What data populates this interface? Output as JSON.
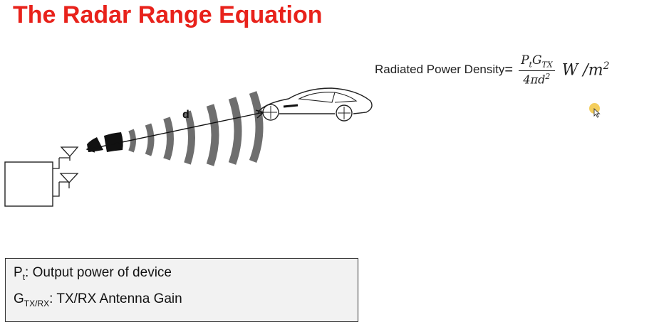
{
  "slide": {
    "title": "The Radar Range Equation"
  },
  "diagram": {
    "distance_label": "d"
  },
  "formula": {
    "label": "Radiated Power Density",
    "equals": "=",
    "numerator_P": "P",
    "numerator_P_sub": "t",
    "numerator_G": "G",
    "numerator_G_sub": "TX",
    "denominator_base": "4πd",
    "denominator_exp": "2",
    "units_base": "W /m",
    "units_exp": "2"
  },
  "legend": {
    "row1_symbol": "P",
    "row1_sub": "t",
    "row1_text": ": Output power of device",
    "row2_symbol": "G",
    "row2_sub": "TX/RX",
    "row2_text": ":  TX/RX Antenna Gain"
  },
  "colors": {
    "title": "#e8221b",
    "wave": "#6e6e6e",
    "legend_bg": "#f2f2f2",
    "cursor_highlight": "#f3c94b"
  }
}
